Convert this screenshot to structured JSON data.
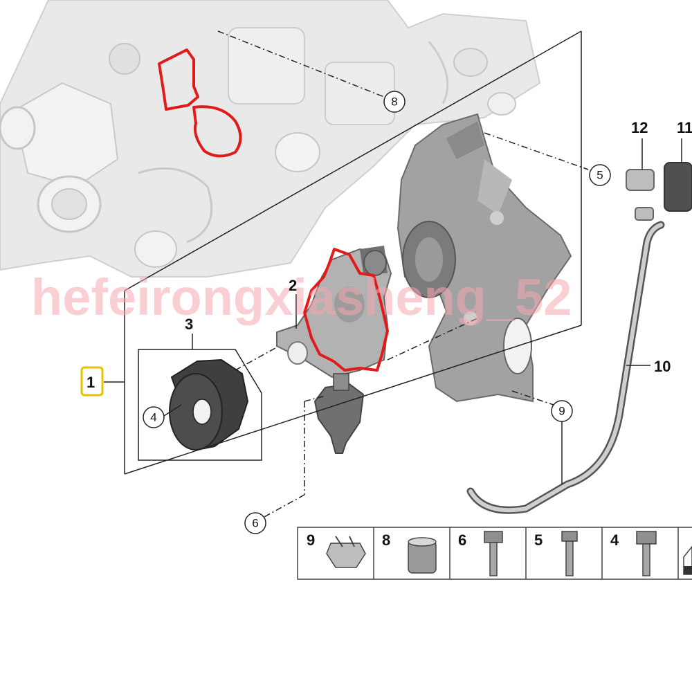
{
  "callouts": {
    "c1": "1",
    "c2": "2",
    "c3": "3",
    "c4": "4",
    "c5": "5",
    "c6": "6",
    "c8": "8",
    "c9": "9",
    "c10": "10",
    "c11": "11",
    "c12": "12"
  },
  "parts_tiles": [
    "9",
    "8",
    "6",
    "5",
    "4"
  ],
  "watermark": "hefeirongxiasheng_52",
  "colors": {
    "highlight_red": "#e11b1b",
    "callout_yellow": "#e6c200",
    "watermark_pink": "#f4a7b0"
  }
}
